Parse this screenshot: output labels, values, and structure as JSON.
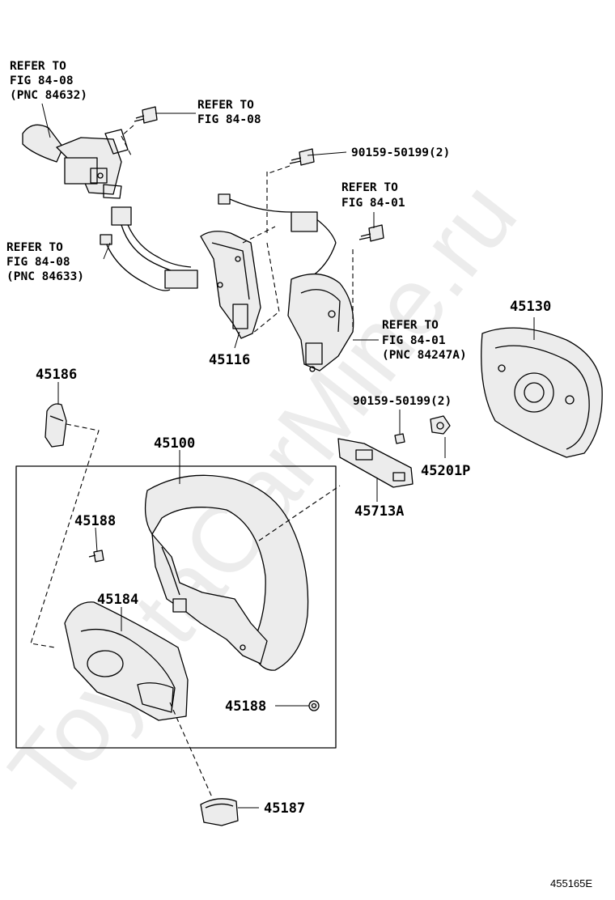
{
  "watermark": "ToyotaCarMine.ru",
  "figure_id": "455165E",
  "refs": {
    "ref1": [
      "REFER TO",
      "FIG 84-08",
      "(PNC 84632)"
    ],
    "ref2": [
      "REFER TO",
      "FIG 84-08"
    ],
    "ref3": [
      "REFER TO",
      "FIG 84-08",
      "(PNC 84633)"
    ],
    "ref4": [
      "REFER TO",
      "FIG 84-01"
    ],
    "ref5": [
      "REFER TO",
      "FIG 84-01",
      "(PNC 84247A)"
    ]
  },
  "parts": {
    "bolt_a": "90159-50199(2)",
    "bolt_b": "90159-50199(2)",
    "p45116": "45116",
    "p45130": "45130",
    "p45186": "45186",
    "p45100": "45100",
    "p45188_a": "45188",
    "p45184": "45184",
    "p45188_b": "45188",
    "p45187": "45187",
    "p45201p": "45201P",
    "p45713a": "45713A"
  }
}
